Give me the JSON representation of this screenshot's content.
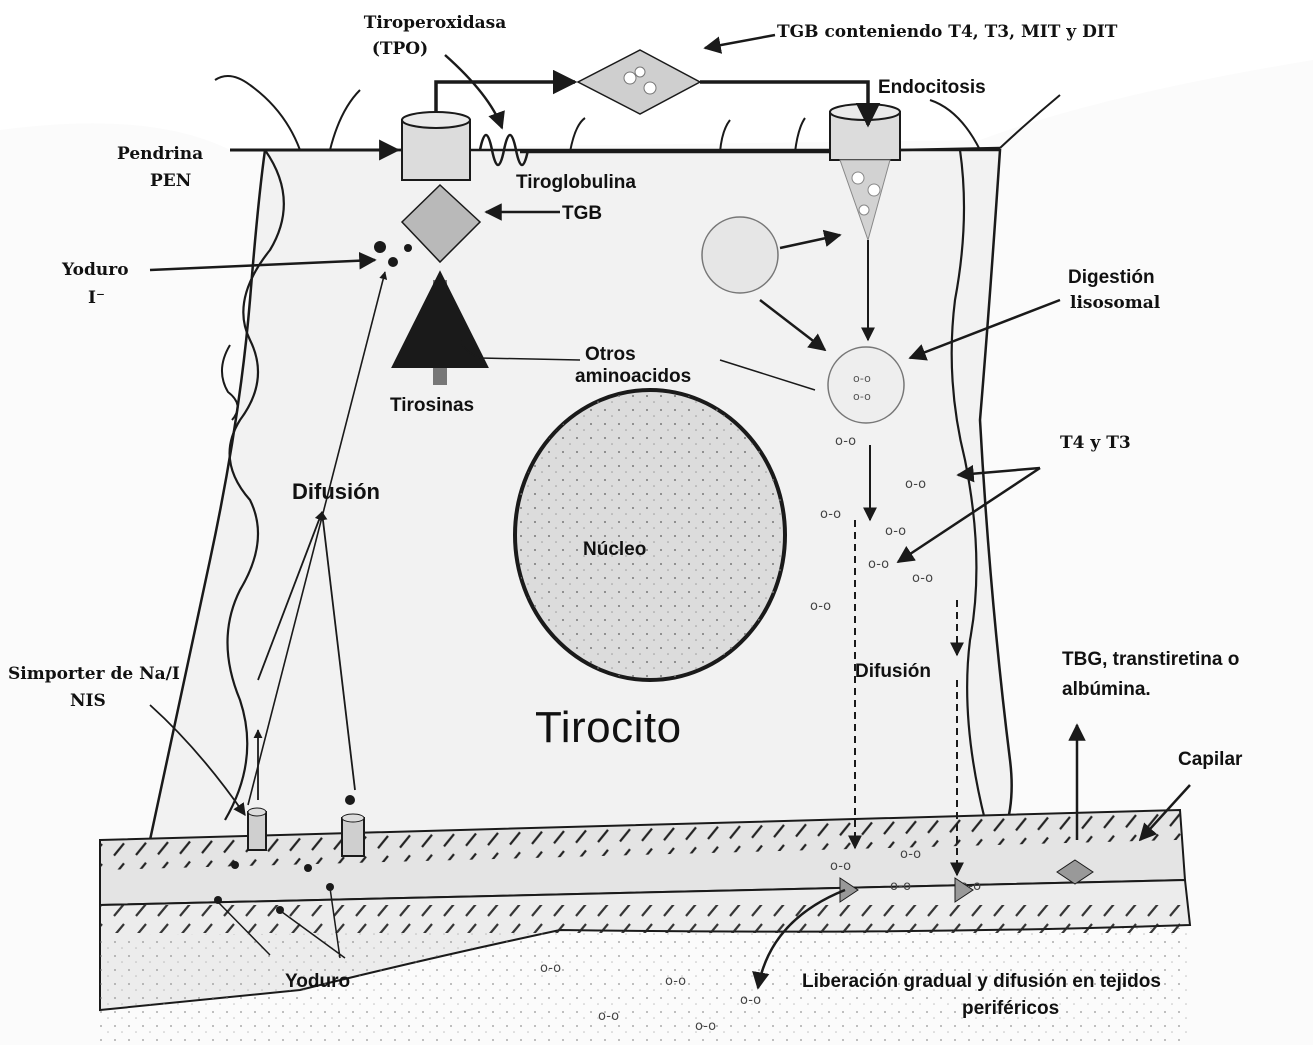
{
  "labels": {
    "tiroperoxidasa": "Tiroperoxidasa",
    "tpo": "(TPO)",
    "tgb_contenido": "TGB conteniendo T4, T3, MIT y DIT",
    "endocitosis": "Endocitosis",
    "pendrina": "Pendrina",
    "pen": "PEN",
    "tiroglobulina": "Tiroglobulina",
    "tgb": "TGB",
    "yoduro_top": "Yoduro",
    "ion": "I⁻",
    "digestion": "Digestión",
    "lisosomal": "lisosomal",
    "otros": "Otros",
    "aminoacidos": "aminoacidos",
    "tirosinas": "Tirosinas",
    "t4_t3": "T4 y T3",
    "difusion_left": "Difusión",
    "nucleo": "Núcleo",
    "difusion_right": "Difusión",
    "simporter": "Simporter de Na/I",
    "nis": "NIS",
    "tirocito": "Tirocito",
    "tbg": "TBG, transtiretina o",
    "albumina": "albúmina.",
    "capilar": "Capilar",
    "yoduro_bottom": "Yoduro",
    "liberacion": "Liberación gradual y difusión en tejidos",
    "perifericos": "periféricos"
  },
  "colors": {
    "line": "#1a1a1a",
    "background": "#fbfbfb",
    "cell_fill": "#f3f3f3",
    "capillary_fill": "#e6e6e6",
    "nucleus_fill": "#dcdcdc",
    "tgb_fill": "#b9b9b9"
  }
}
